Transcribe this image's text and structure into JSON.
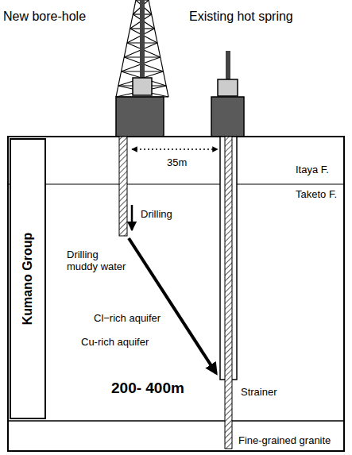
{
  "diagram": {
    "nodes": [
      {
        "text": [
          "Kumano Group"
        ]
      }
    ],
    "labels": [
      "New bore-hole",
      "Existing hot spring",
      "35m",
      "Itaya F.",
      "Taketo F.",
      "Drilling",
      "Drilling muddy water",
      "Cl−rich aquifer",
      "Cu-rich aquifer",
      "200- 400m",
      "Strainer",
      "Fine-grained granite"
    ]
  }
}
